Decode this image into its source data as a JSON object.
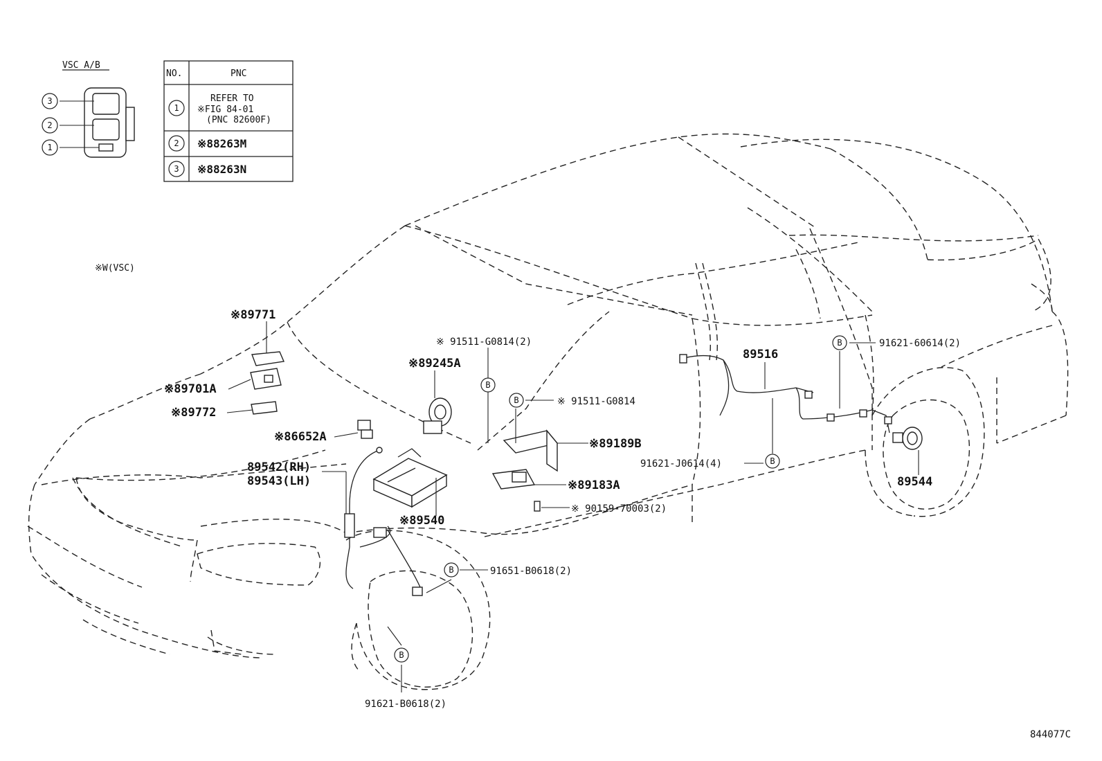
{
  "legend": {
    "title": "VSC A/B",
    "note": "※W(VSC)",
    "circle_1": "1",
    "circle_2": "2",
    "circle_3": "3"
  },
  "table": {
    "col_no": "NO.",
    "col_pnc": "PNC",
    "rows": [
      {
        "no": "1",
        "line1": "REFER TO",
        "line2": "※FIG 84-01",
        "line3": "(PNC 82600F)"
      },
      {
        "no": "2",
        "pnc": "※88263M"
      },
      {
        "no": "3",
        "pnc": "※88263N"
      }
    ]
  },
  "parts": {
    "p89771": "※89771",
    "p89701A": "※89701A",
    "p89772": "※89772",
    "p86652A": "※86652A",
    "p89542": "89542(RH)",
    "p89543": "89543(LH)",
    "p89540": "※89540",
    "p89245A": "※89245A",
    "p91511_g0814_2": "※ 91511-G0814(2)",
    "p91511_g0814": "※ 91511-G0814",
    "p89189B": "※89189B",
    "p89183A": "※89183A",
    "p90159": "※ 90159-70003(2)",
    "p89516": "89516",
    "p91621_60614": "91621-60614(2)",
    "p91621_j0614": "91621-J0614(4)",
    "p89544": "89544",
    "p91651_b0618": "91651-B0618(2)",
    "p91621_b0618": "91621-B0618(2)"
  },
  "bolt_marker": "B",
  "figure_id": "844077C"
}
